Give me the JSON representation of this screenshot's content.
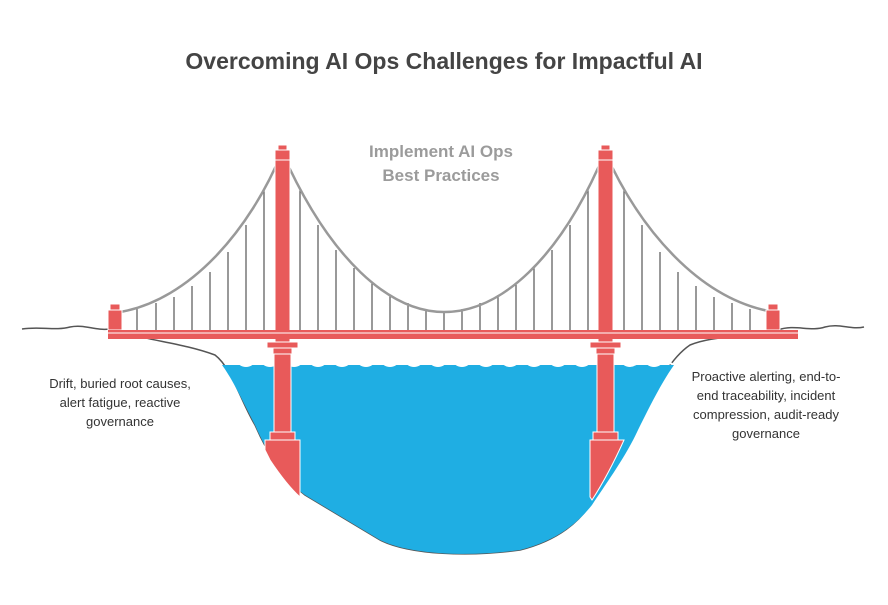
{
  "title": "Overcoming AI Ops Challenges for Impactful AI",
  "center_label": {
    "line1": "Implement AI Ops",
    "line2": "Best Practices"
  },
  "left_text": {
    "line1": "Drift, buried root causes,",
    "line2": "alert fatigue, reactive",
    "line3": "governance"
  },
  "right_text": {
    "line1": "Proactive alerting, end-to-",
    "line2": "end traceability, incident",
    "line3": "compression, audit-ready",
    "line4": "governance"
  },
  "colors": {
    "bridge_red": "#e85a5a",
    "water_blue": "#1faee3",
    "cable_gray": "#999999",
    "ground_line": "#555555"
  }
}
